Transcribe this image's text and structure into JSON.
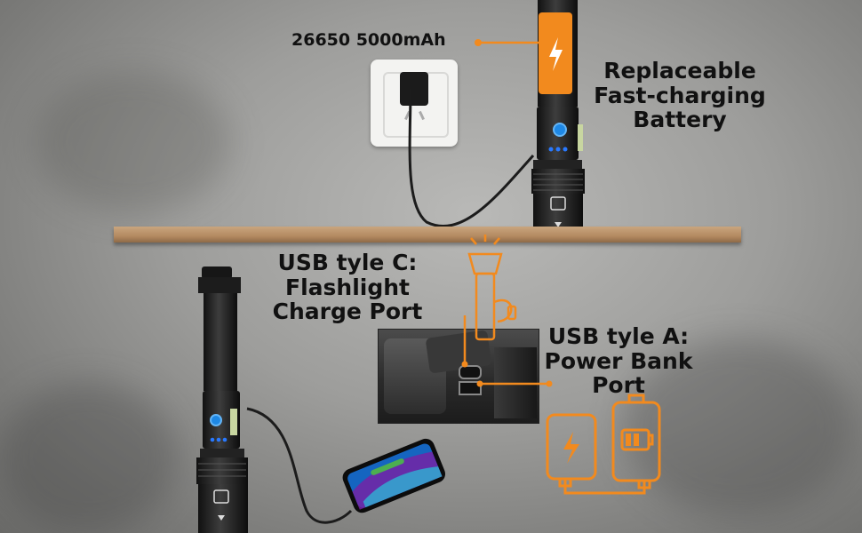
{
  "battery_label": "26650 5000mAh",
  "feature_replaceable": [
    "Replaceable",
    "Fast-charging",
    "Battery"
  ],
  "usb_c_label": [
    "USB tyle C:",
    "Flashlight",
    "Charge Port"
  ],
  "usb_a_label": [
    "USB tyle A:",
    "Power Bank",
    "Port"
  ],
  "accent_color": "#f28a1e",
  "icons": [
    "lightning-bolt-icon",
    "flashlight-icon",
    "power-bank-icon",
    "phone-icon",
    "wall-socket-icon"
  ]
}
